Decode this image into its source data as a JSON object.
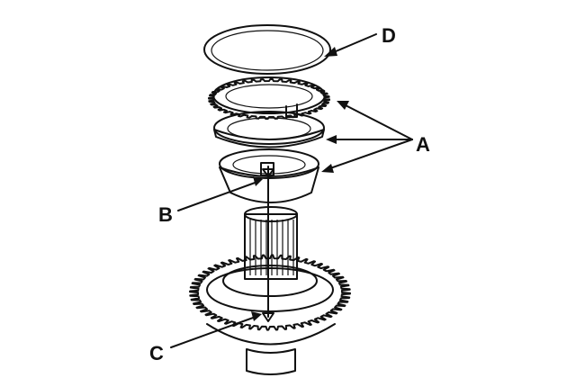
{
  "labels": {
    "a": "A",
    "b": "B",
    "c": "C",
    "d": "D"
  },
  "colors": {
    "ink": "#111111",
    "paper": "#ffffff"
  }
}
